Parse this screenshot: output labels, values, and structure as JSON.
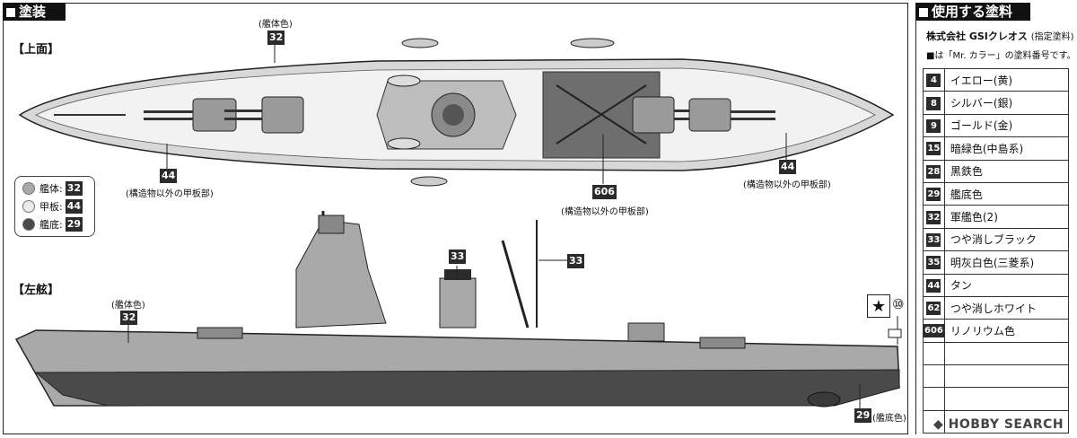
{
  "painting": {
    "header": "塗装",
    "top_view_label": "【上面】",
    "side_view_label": "【左舷】",
    "callouts": {
      "top_hull_label": "(艦体色)",
      "top_hull_code": "32",
      "deck_left_code": "44",
      "deck_left_label": "(構造物以外の甲板部)",
      "deck_right_code": "44",
      "deck_right_label": "(構造物以外の甲板部)",
      "linoleum_code": "606",
      "linoleum_label": "(構造物以外の甲板部)",
      "side_hull_label": "(艦体色)",
      "side_hull_code": "32",
      "funnel_code": "33",
      "mast_code": "33",
      "bottom_code": "29",
      "bottom_label": "(艦底色)",
      "flag_number": "⑩"
    },
    "legend": [
      {
        "name": "艦体",
        "sep": ":",
        "code": "32",
        "color": "#a9a9a9"
      },
      {
        "name": "甲板",
        "sep": ":",
        "code": "44",
        "color": "#ececec"
      },
      {
        "name": "艦底",
        "sep": ":",
        "code": "29",
        "color": "#4a4a4a"
      }
    ]
  },
  "paints": {
    "header": "使用する塗料",
    "brand": "株式会社 GSIクレオス",
    "brand_sub": "(指定塗料)",
    "note": "■は「Mr. カラー」の塗料番号です。",
    "items": [
      {
        "code": "4",
        "name": "イエロー(黄)"
      },
      {
        "code": "8",
        "name": "シルバー(銀)"
      },
      {
        "code": "9",
        "name": "ゴールド(金)"
      },
      {
        "code": "15",
        "name": "暗緑色(中島系)"
      },
      {
        "code": "28",
        "name": "黒鉄色"
      },
      {
        "code": "29",
        "name": "艦底色"
      },
      {
        "code": "32",
        "name": "軍艦色(2)"
      },
      {
        "code": "33",
        "name": "つや消しブラック"
      },
      {
        "code": "35",
        "name": "明灰白色(三菱系)"
      },
      {
        "code": "44",
        "name": "タン"
      },
      {
        "code": "62",
        "name": "つや消しホワイト"
      },
      {
        "code": "606",
        "name": "リノリウム色"
      },
      {
        "code": "",
        "name": ""
      },
      {
        "code": "",
        "name": ""
      },
      {
        "code": "",
        "name": ""
      },
      {
        "code": "",
        "name": ""
      }
    ]
  },
  "watermark": "HOBBY SEARCH"
}
